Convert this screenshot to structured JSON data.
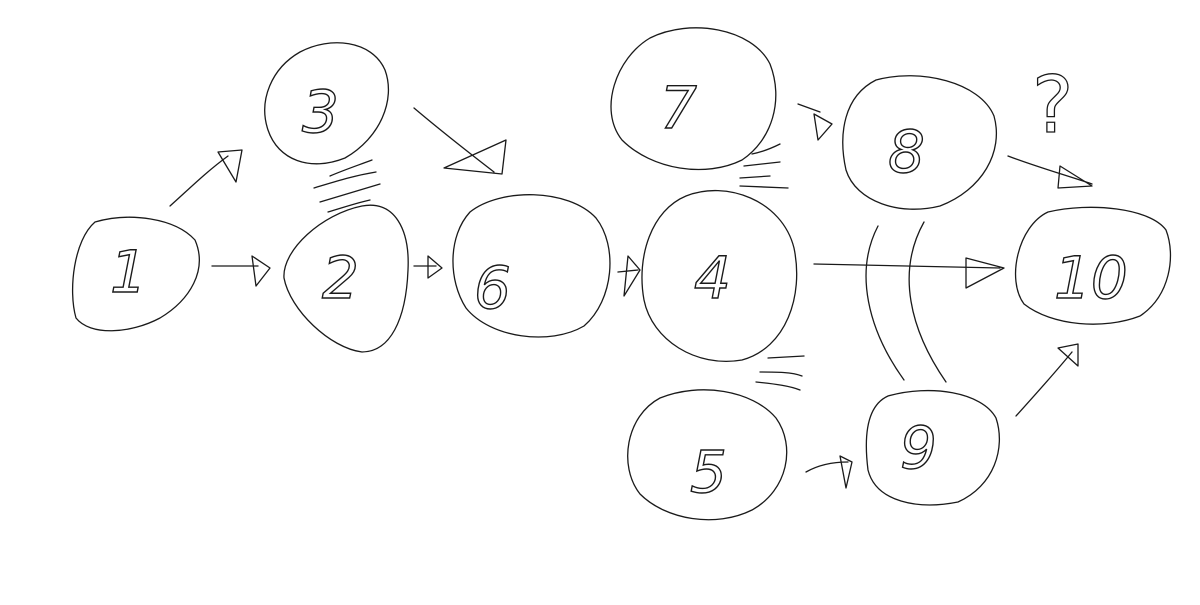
{
  "diagram": {
    "nodes": [
      {
        "id": "n1",
        "label": "1"
      },
      {
        "id": "n3",
        "label": "3"
      },
      {
        "id": "n2",
        "label": "2"
      },
      {
        "id": "n6",
        "label": "6"
      },
      {
        "id": "n7",
        "label": "7"
      },
      {
        "id": "n4",
        "label": "4"
      },
      {
        "id": "n5",
        "label": "5"
      },
      {
        "id": "n8",
        "label": "8"
      },
      {
        "id": "n9",
        "label": "9"
      },
      {
        "id": "n10",
        "label": "10"
      }
    ],
    "edges": [
      {
        "from": "1",
        "to": "3"
      },
      {
        "from": "1",
        "to": "2"
      },
      {
        "from": "3",
        "to": "6"
      },
      {
        "from": "2",
        "to": "6"
      },
      {
        "from": "6",
        "to": "4"
      },
      {
        "from": "7",
        "to": "8"
      },
      {
        "from": "4",
        "to": "10"
      },
      {
        "from": "5",
        "to": "9"
      },
      {
        "from": "8",
        "to": "10"
      },
      {
        "from": "9",
        "to": "10"
      }
    ],
    "annotation": "?",
    "stroke_color": "#1a1a1a",
    "background": "#ffffff"
  }
}
